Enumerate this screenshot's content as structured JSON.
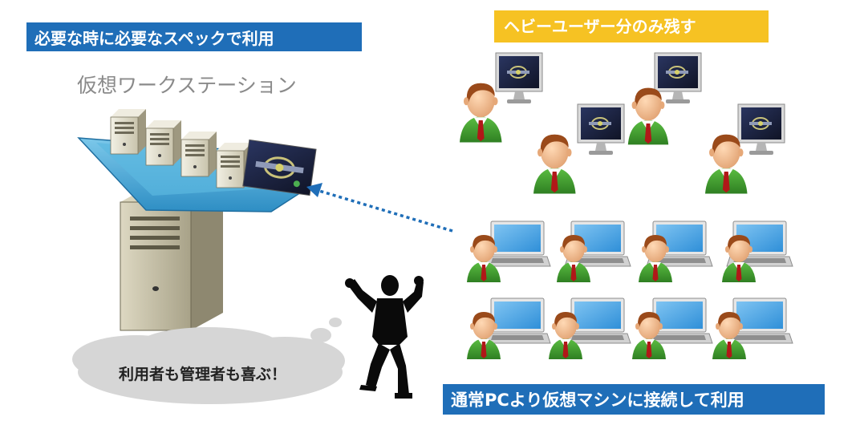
{
  "left_banner": "必要な時に必要なスペックで利用",
  "vws_label": "仮想ワークステーション",
  "right_banner": "ヘビーユーザー分のみ残す",
  "cloud_text": "利用者も管理者も喜ぶ！",
  "bottom_banner": "通常PCより仮想マシンに接続して利用",
  "colors": {
    "banner_blue": "#1f6eb8",
    "banner_yellow": "#f6c223",
    "funnel_blue": "#4aaed8",
    "arrow_blue": "#1f6eb8",
    "person_green": "#3d9b2f",
    "tie_red": "#b01818"
  }
}
